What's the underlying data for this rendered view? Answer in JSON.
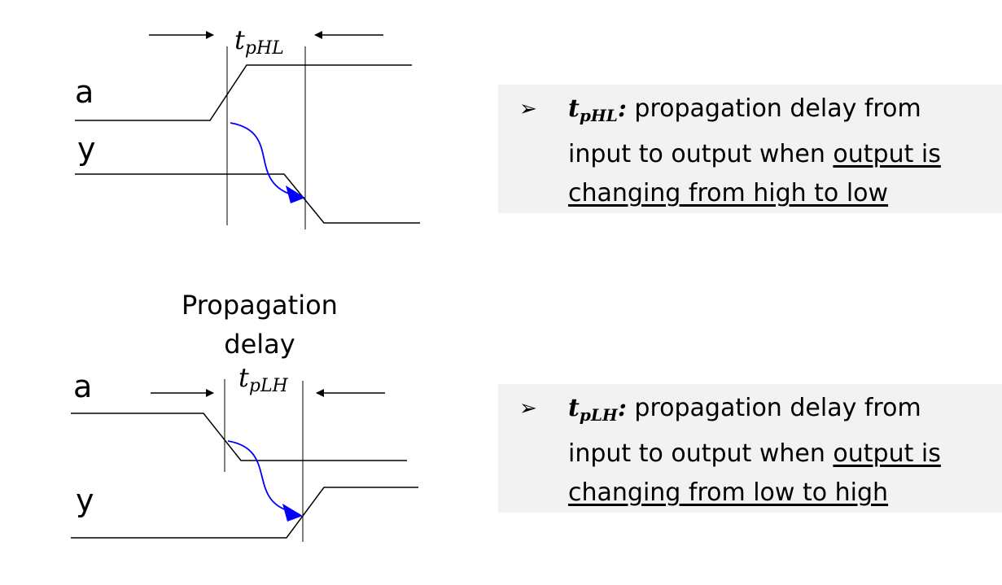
{
  "diagram_top": {
    "signal_a": "a",
    "signal_y": "y",
    "delay_symbol": "t",
    "delay_subscript": "pHL"
  },
  "diagram_bottom": {
    "caption_line1": "Propagation",
    "caption_line2": "delay",
    "signal_a": "a",
    "signal_y": "y",
    "delay_symbol": "t",
    "delay_subscript": "pLH"
  },
  "definitions": [
    {
      "bullet": "➢",
      "term_symbol": "t",
      "term_subscript": "pHL",
      "colon": ":",
      "text_plain": " propagation delay from input to output when ",
      "text_underlined": "output is changing from high to low"
    },
    {
      "bullet": "➢",
      "term_symbol": "t",
      "term_subscript": "pLH",
      "colon": ":",
      "text_plain": " propagation delay from input to output when ",
      "text_underlined": "output is changing from low to high"
    }
  ],
  "colors": {
    "waveform": "#000000",
    "causality_arrow": "#0000ff",
    "definition_background": "#f2f2f2"
  }
}
